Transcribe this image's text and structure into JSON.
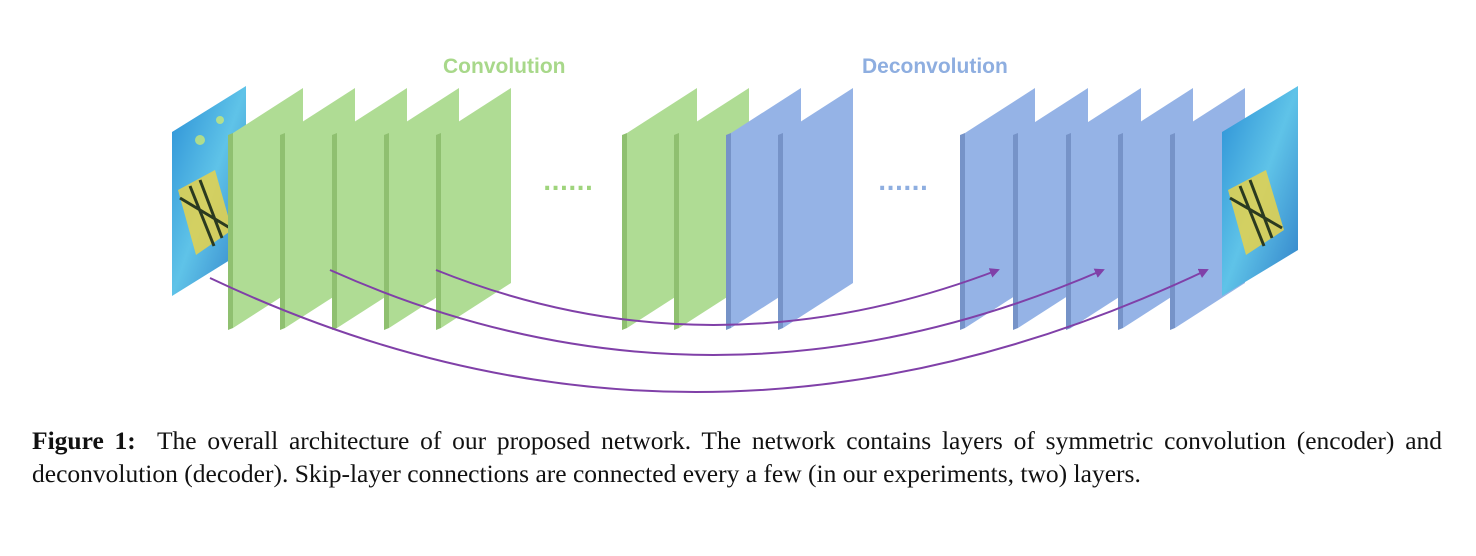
{
  "figure": {
    "conv_label": "Convolution",
    "deconv_label": "Deconvolution",
    "ellipsis": "......",
    "colors": {
      "conv_face": "#afdc94",
      "conv_edge": "#8fc070",
      "deconv_face": "#95b3e6",
      "deconv_edge": "#7693c8",
      "skip_arrow": "#8040a8"
    }
  },
  "caption": {
    "label": "Figure 1:",
    "text": "The overall architecture of our proposed network.  The network contains layers of symmetric convolution (encoder) and deconvolution (decoder). Skip-layer connections are connected every a few (in our experiments, two) layers."
  }
}
